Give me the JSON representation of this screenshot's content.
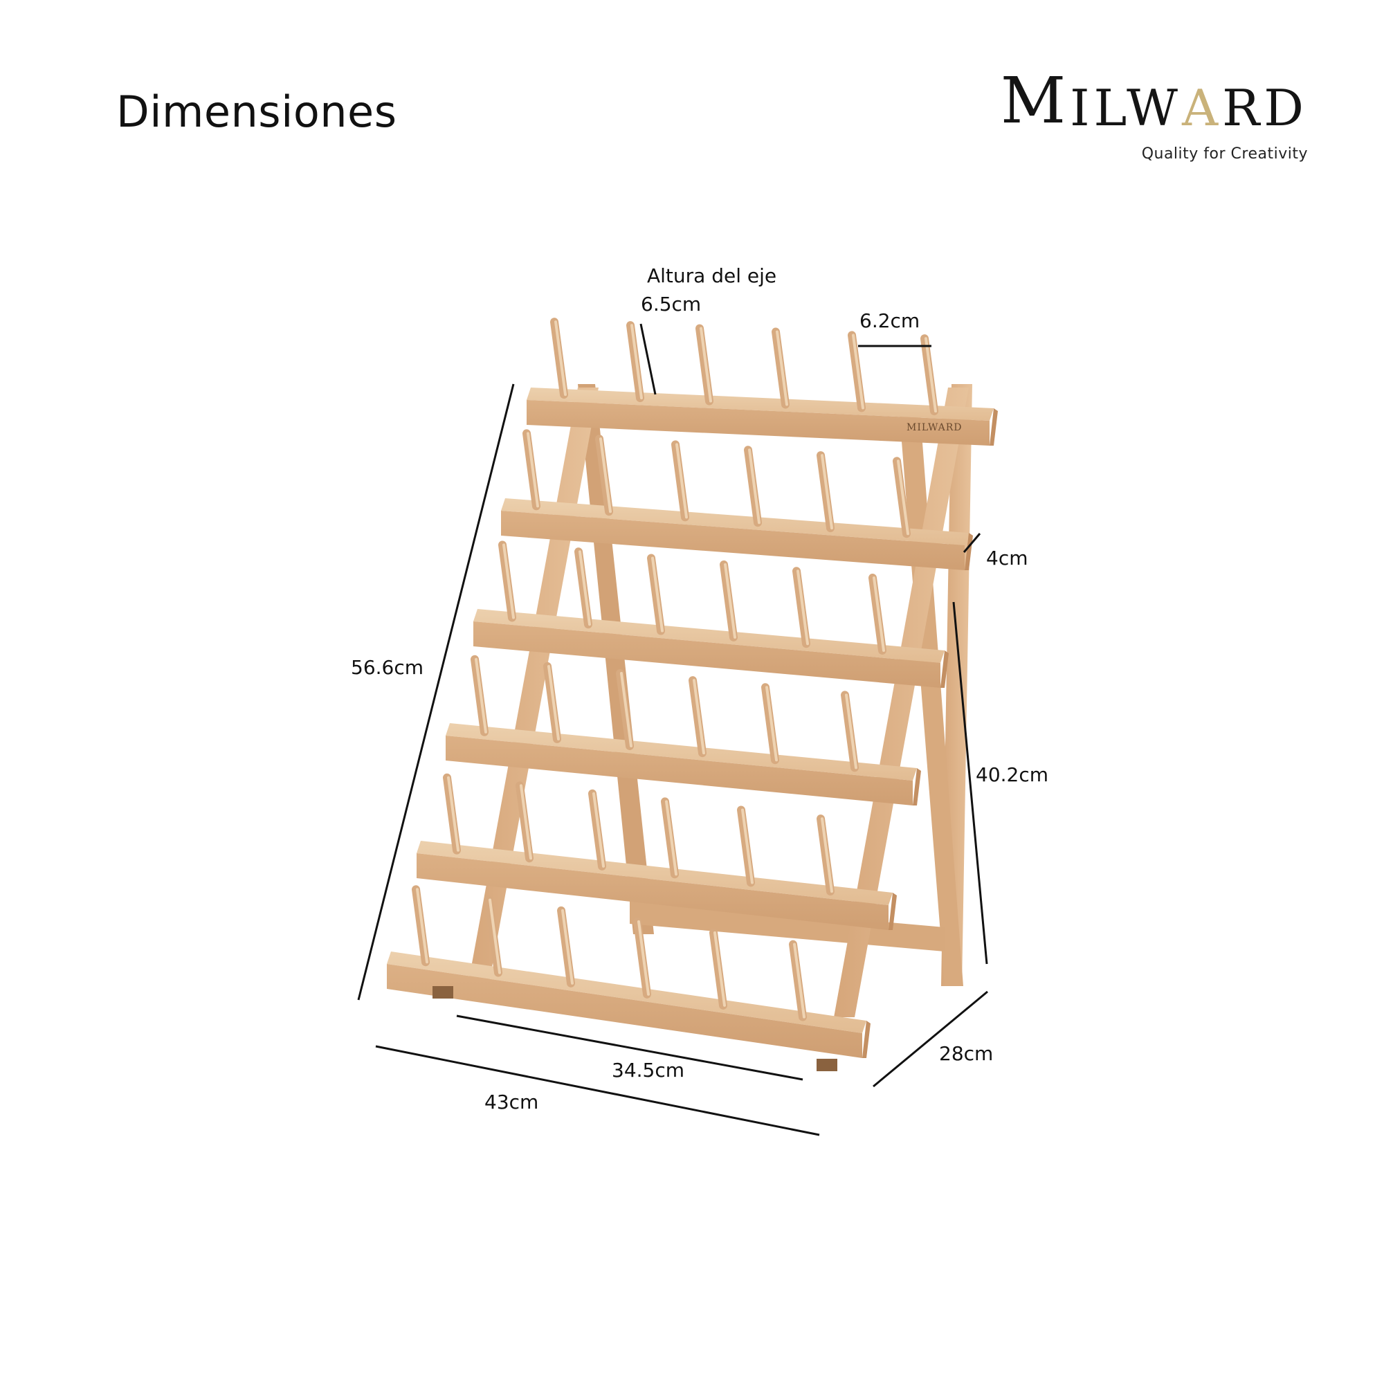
{
  "title": "Dimensiones",
  "brand": {
    "name_m": "M",
    "name_ilw": "ILW",
    "name_a": "A",
    "name_rd": "RD",
    "tagline": "Quality for Creativity",
    "accent_color": "#c9b27a",
    "text_color": "#141414"
  },
  "product_brand_mark": "MILWARD",
  "dimensions": {
    "axis_height_label": "Altura del eje",
    "axis_height": "6.5cm",
    "spindle_gap": "6.2cm",
    "shelf_depth": "4cm",
    "total_height": "56.6cm",
    "back_height": "40.2cm",
    "depth": "28cm",
    "inner_width": "34.5cm",
    "total_width": "43cm"
  },
  "colors": {
    "wood_light": "#e8c59f",
    "wood_mid": "#d9ae83",
    "wood_dark": "#c08e63",
    "line": "#111111"
  }
}
